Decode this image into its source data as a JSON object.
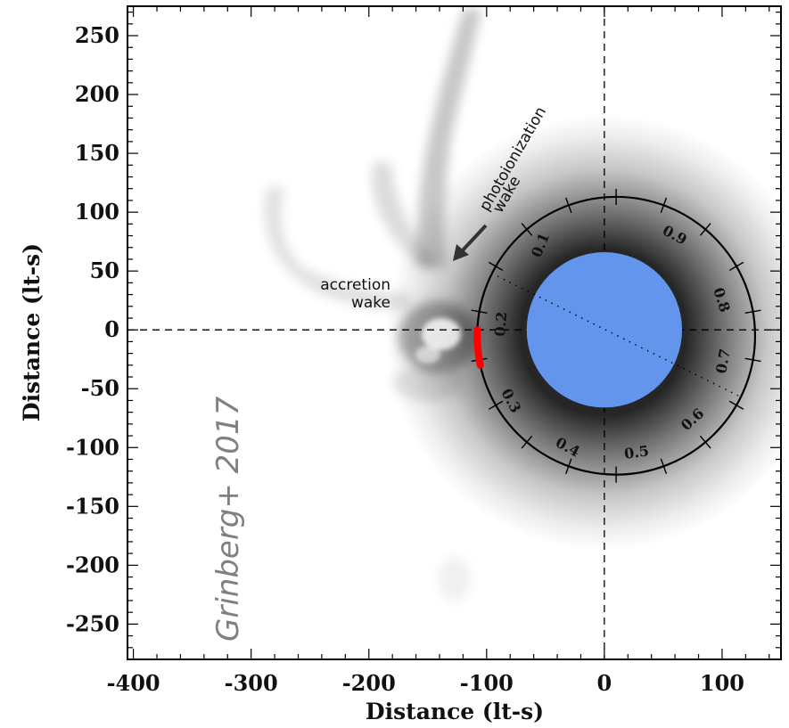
{
  "chart_data": {
    "type": "scatter",
    "title": "",
    "xlabel": "Distance (lt-s)",
    "ylabel": "Distance (lt-s)",
    "xlim": [
      -405,
      150
    ],
    "ylim": [
      -280,
      275
    ],
    "xticks": [
      -400,
      -300,
      -200,
      -100,
      0,
      100
    ],
    "yticks": [
      250,
      200,
      150,
      100,
      50,
      0,
      -50,
      -100,
      -150,
      -200,
      -250
    ],
    "xtick_labels": [
      "-400",
      "-300",
      "-200",
      "-100",
      "0",
      "100"
    ],
    "ytick_labels": [
      "250",
      "200",
      "150",
      "100",
      "50",
      "0",
      "-50",
      "-100",
      "-150",
      "-200",
      "-250"
    ],
    "reference_lines": {
      "x": 0,
      "y": 0,
      "style": "dashed"
    },
    "star": {
      "center": [
        0,
        0
      ],
      "radius": 66,
      "color": "#6495ED"
    },
    "orbit": {
      "center": [
        10,
        -5
      ],
      "radius": 118,
      "color": "#000000"
    },
    "orbital_phases": [
      "0.1",
      "0.2",
      "0.3",
      "0.4",
      "0.5",
      "0.6",
      "0.7",
      "0.8",
      "0.9"
    ],
    "highlighted_arc": {
      "color": "#ff0000",
      "y_range": [
        -30,
        0
      ],
      "x": -112
    },
    "annotations": {
      "accretion_wake": [
        "accretion",
        "wake"
      ],
      "photoionization_wake": [
        "photoionization",
        "wake"
      ]
    },
    "credit": "Grinberg+ 2017",
    "colors": {
      "wind_shading": "#000000",
      "frame": "#000000"
    }
  }
}
